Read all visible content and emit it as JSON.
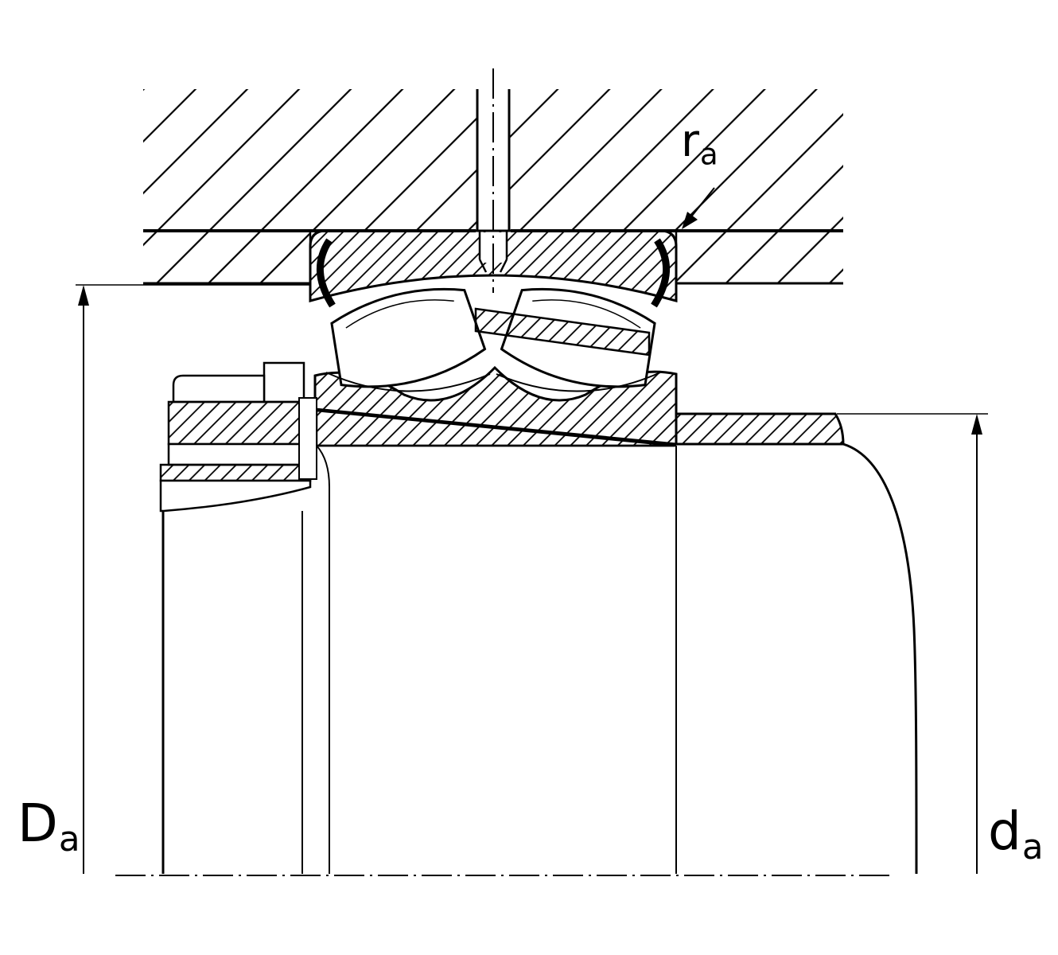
{
  "drawing": {
    "labels": {
      "outside_diameter": {
        "symbol": "D",
        "subscript": "a"
      },
      "inside_diameter": {
        "symbol": "d",
        "subscript": "a"
      },
      "fillet_radius": {
        "symbol": "r",
        "subscript": "a"
      }
    },
    "colors": {
      "line": "#000000",
      "background": "#ffffff"
    }
  }
}
